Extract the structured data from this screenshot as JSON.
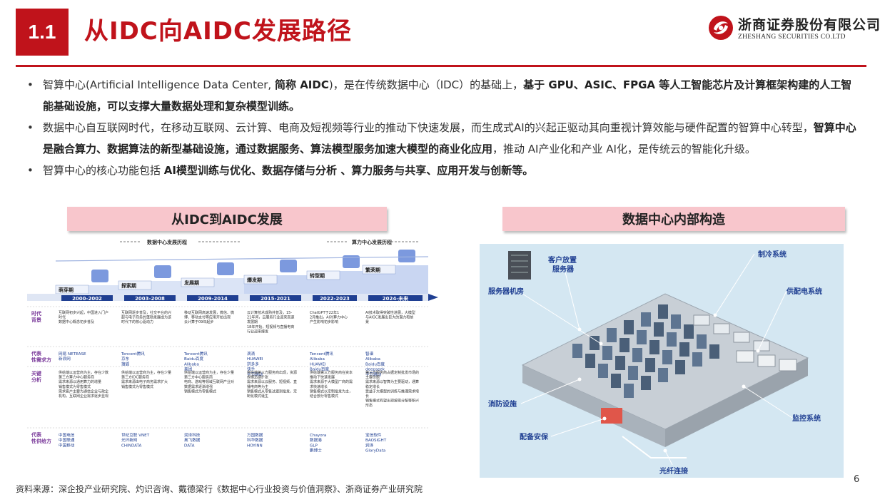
{
  "header": {
    "section_number": "1.1",
    "title": "从IDC向AIDC发展路径",
    "company_cn": "浙商证券股份有限公司",
    "company_en": "ZHESHANG SECURITIES CO.LTD",
    "brand_color": "#c0131b"
  },
  "bullets": [
    {
      "parts": [
        {
          "text": "智算中心(Artificial Intelligence Data Center, ",
          "bold": false
        },
        {
          "text": "简称 AIDC",
          "bold": true
        },
        {
          "text": ")，是在传统数据中心（IDC）的基础上，",
          "bold": false
        },
        {
          "text": "基于 GPU、ASIC、FPGA 等人工智能芯片及计算框架构建的人工智能基础设施，可以支撑大量数据处理和复杂模型训练。",
          "bold": true
        }
      ]
    },
    {
      "parts": [
        {
          "text": "数据中心自互联网时代，在移动互联网、云计算、电商及短视频等行业的推动下快速发展，而生成式AI的兴起正驱动其向重视计算效能与硬件配置的智算中心转型，",
          "bold": false
        },
        {
          "text": "智算中心是融合算力、数据算法的新型基础设施，通过数据服务、算法模型服务加速大模型的商业化应用",
          "bold": true
        },
        {
          "text": "，推动 AI产业化和产业 AI化，是传统云的智能化升级。",
          "bold": false
        }
      ]
    },
    {
      "parts": [
        {
          "text": "智算中心的核心功能包括 ",
          "bold": false
        },
        {
          "text": "AI模型训练与优化、数据存储与分析 、算力服务与共享、应用开发与创新等。",
          "bold": true
        }
      ]
    }
  ],
  "left_panel": {
    "header": "从IDC到AIDC发展",
    "phase_label_a": "数据中心发展历程",
    "phase_label_b": "算力中心发展历程",
    "stages": [
      {
        "name": "萌芽期",
        "years": "2000-2002"
      },
      {
        "name": "探索期",
        "years": "2003-2008"
      },
      {
        "name": "发展期",
        "years": "2009-2014"
      },
      {
        "name": "爆发期",
        "years": "2015-2021"
      },
      {
        "name": "转型期",
        "years": "2022-2023"
      },
      {
        "name": "繁荣期",
        "years": "2024-未来"
      }
    ],
    "row_labels": [
      "时代背景",
      "代表性需求方",
      "关键分析",
      "代表性供给方"
    ],
    "background": [
      "互联网初步兴起，中国进入门户时代\n数据中心概念初步普及",
      "互联网逐步普及，社交平台的兴起与电子商务的蓬勃发展成为该时代下的核心驱动力",
      "移动互联网高速发展，微信、微博、移动支付等应用开始出现\n云计算于09年起步",
      "云计算技术成熟并普及，15-21年间，云服务行业迎来高速发展期\n18年开始，短视频与直播电商行业迎来爆发",
      "ChatGPT于22年12月推出，AI对算力中心产生影响初步影响",
      "AI技术取得突破性进展，大模型与AIGC发展出巨大的潜力和前景"
    ],
    "demand": [
      "网易 NETEASE  新浪网",
      "Tencent腾讯  京东  搜狐",
      "Tencent腾讯  Baidu百度  Alibaba  美团",
      "滴滴  HUAWEI  拼多多  快手  字节跳动",
      "Tencent腾讯  Alibaba  HUAWEI  Baidu百度",
      "智谱  Alibaba  Baidu百度  deepseek  字节跳动"
    ],
    "analysis": [
      "供给端以运营商为主，存在少数第三方算力中心服务商\n需求来源以通用算力的增量\n销售模式为零售模式\n需求客户主要为通信企业与政企机构，互联网企业需求逐步显现",
      "供给端以运营商为主，存在少量第三方IDC服务商\n需求来源由电子商务需求扩大\n销售模式为零售模式",
      "供给端以运营商为主，存在少量第三方中心服务商\n电商、游戏等领域互联网产业对数据需求逐渐增强\n销售模式为零售模式",
      "供给端第三方服务商出现，资源规模迅速扩张\n需求来源以云服务、短视频、直播电商等为主\n销售模式从零售过渡到批发，定制化模式诞生",
      "供给端第三方服务商在资本推动下快速发展\n需求来源于大模型厂商的需求快速增长\n销售模式以定制批发为主，结合部分零售模式",
      "第三方服务商占据定制批发市场的主要份额\n需求来源以智算为主要驱动，通算稳定增长\n受益于大模型的训练与推理需求增长\n销售模式有望出现按需分配等新兴形态"
    ],
    "supply": [
      "中国电信  中国联通  中国移动",
      "世纪互联 VNET  光环新网  CHINDATA",
      "润泽科技  奥飞数据  DATA",
      "万国数据  科华数据  HOYINN",
      "Chayora  数据港  GLP  鹏博士",
      "宝信软件  BAOSIGHT  润泽  GloryData"
    ]
  },
  "right_panel": {
    "header": "数据中心内部构造",
    "labels": {
      "server": "客户放置服务器",
      "server_room": "服务器机房",
      "cooling": "制冷系统",
      "power": "供配电系统",
      "fire": "消防设施",
      "monitor": "监控系统",
      "security": "配备安保",
      "fiber": "光纤连接"
    }
  },
  "footer": {
    "source": "资料来源：深企投产业研究院、灼识咨询、戴德梁行《数据中心行业投资与价值洞察》、浙商证券产业研究院",
    "page_number": "6"
  }
}
